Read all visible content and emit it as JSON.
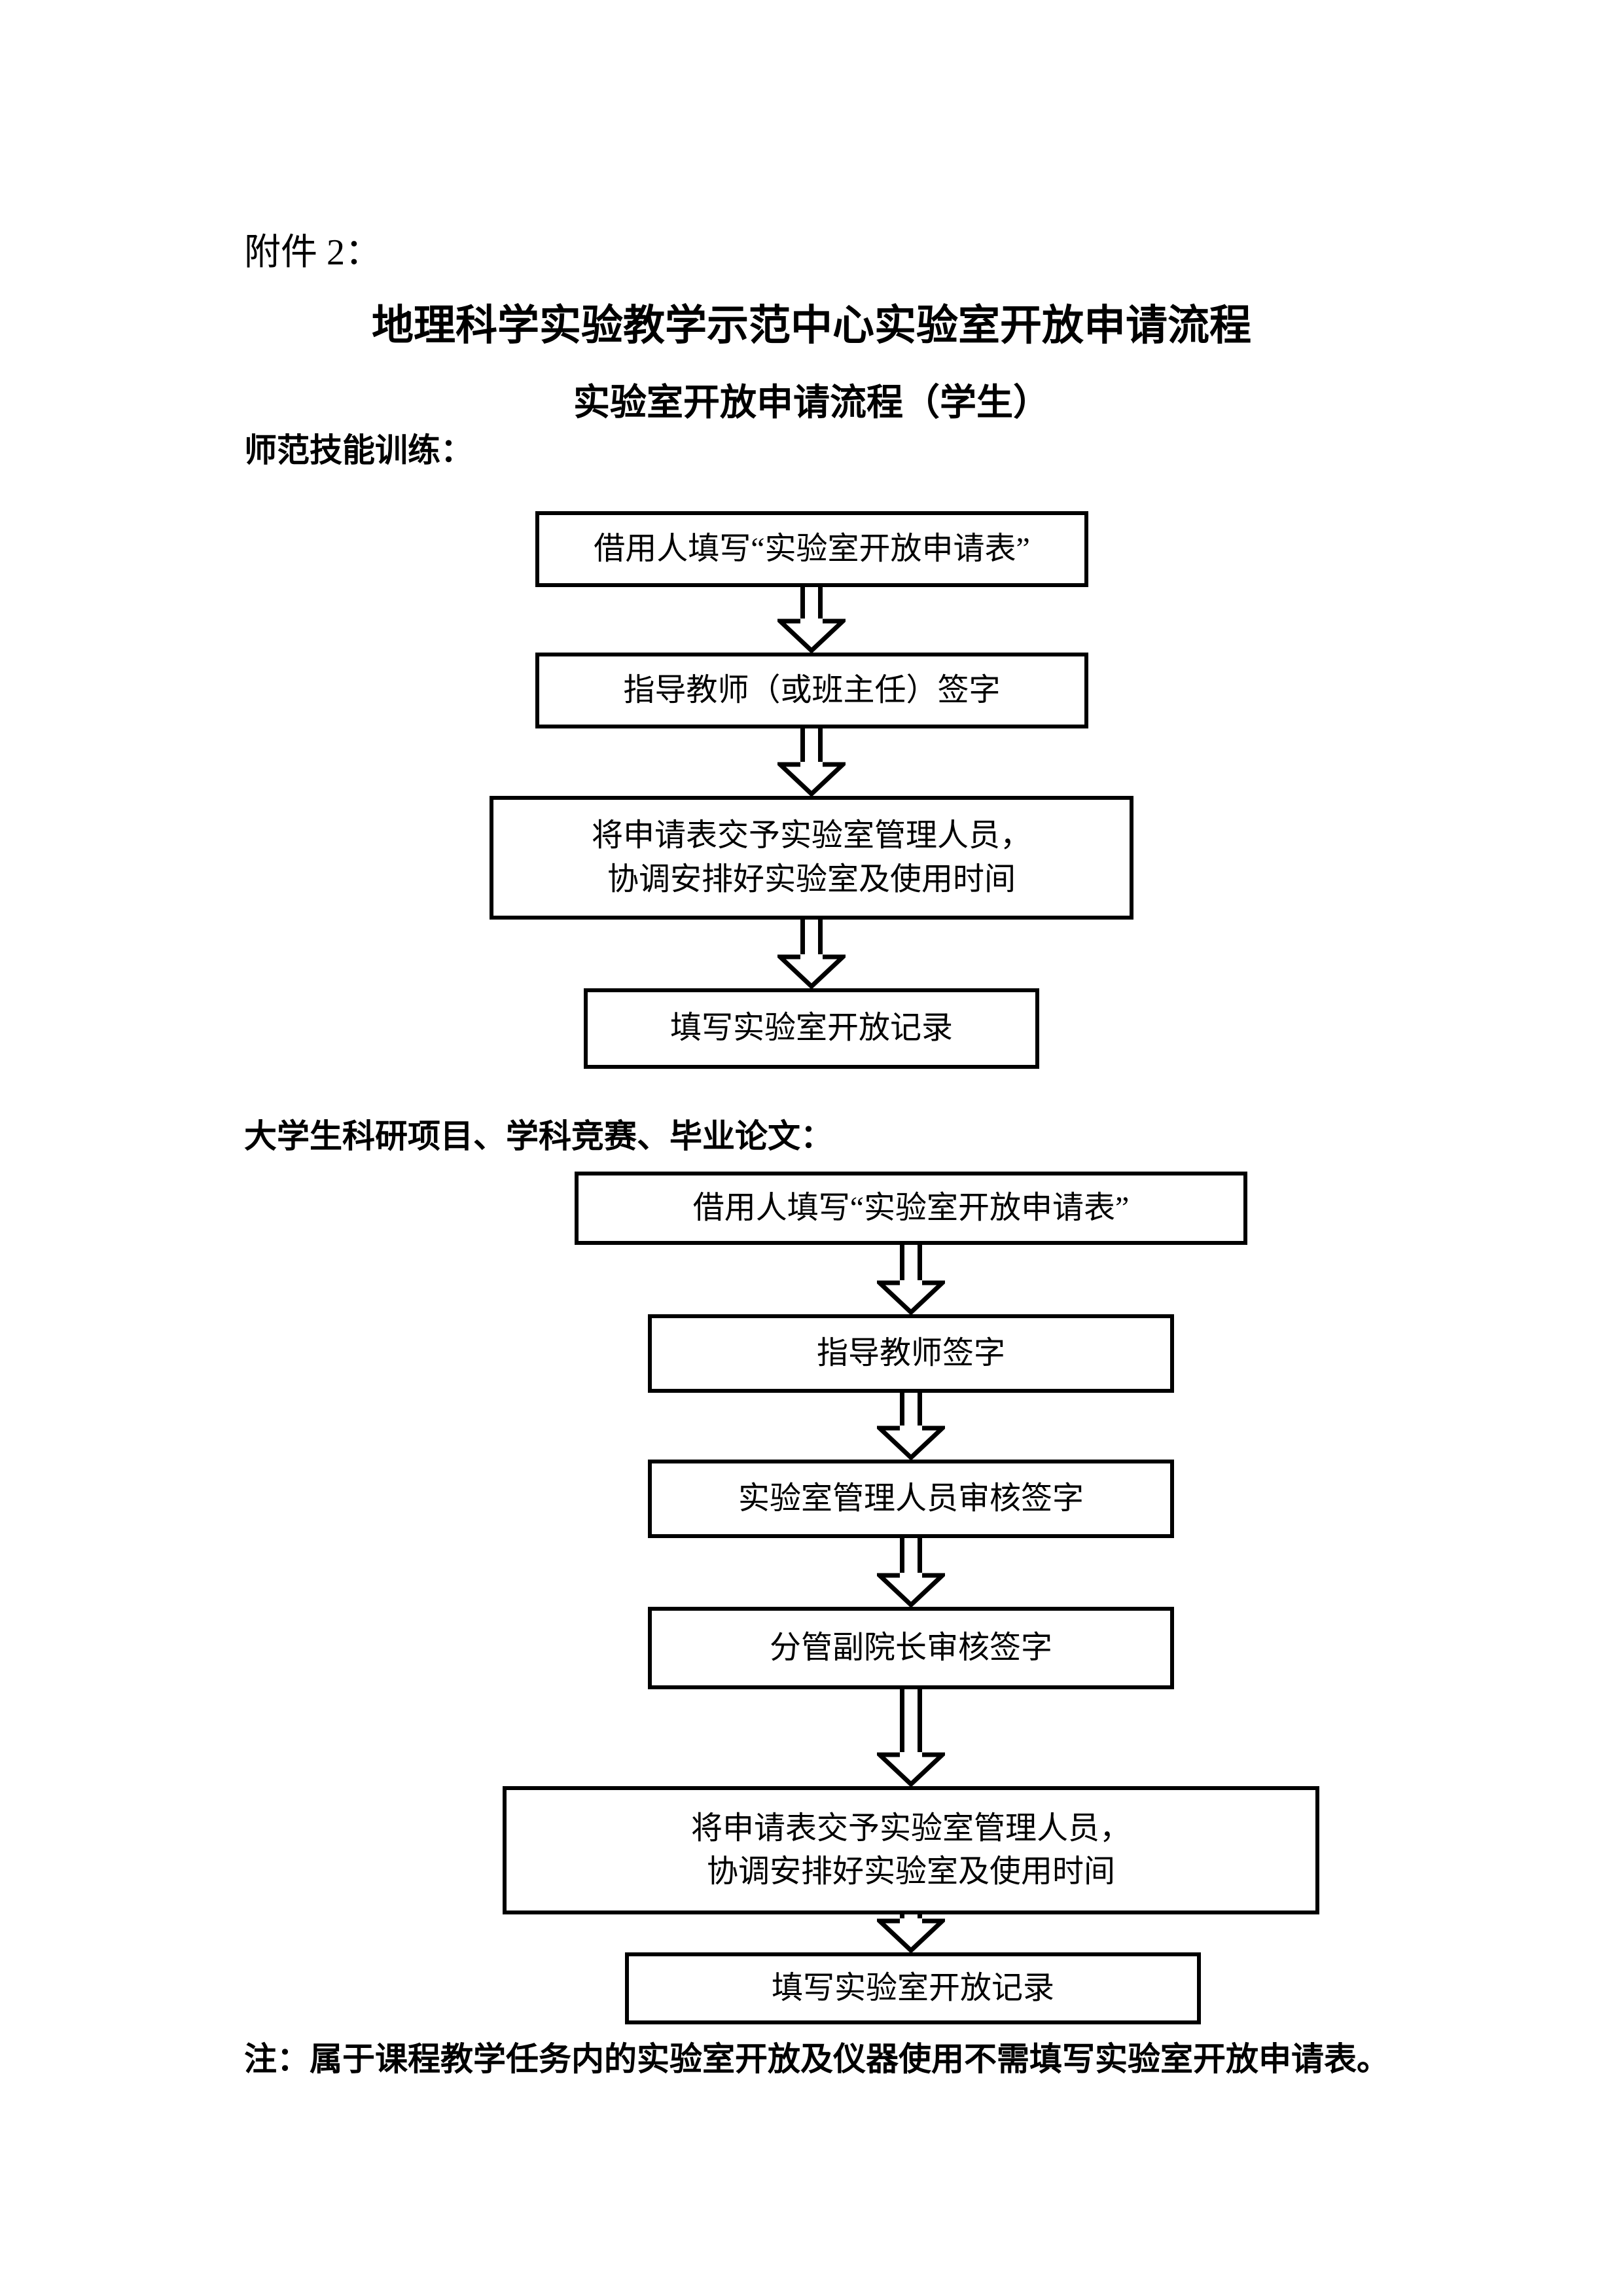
{
  "header": {
    "attachment_label": "附件 2：",
    "title": "地理科学实验教学示范中心实验室开放申请流程",
    "subtitle": "实验室开放申请流程（学生）"
  },
  "flowcharts": [
    {
      "section_label": "师范技能训练：",
      "steps": [
        {
          "lines": [
            "借用人填写“实验室开放申请表”"
          ]
        },
        {
          "lines": [
            "指导教师（或班主任）签字"
          ]
        },
        {
          "lines": [
            "将申请表交予实验室管理人员，",
            "协调安排好实验室及使用时间"
          ]
        },
        {
          "lines": [
            "填写实验室开放记录"
          ]
        }
      ]
    },
    {
      "section_label": "大学生科研项目、学科竞赛、毕业论文：",
      "steps": [
        {
          "lines": [
            "借用人填写“实验室开放申请表”"
          ]
        },
        {
          "lines": [
            "指导教师签字"
          ]
        },
        {
          "lines": [
            "实验室管理人员审核签字"
          ]
        },
        {
          "lines": [
            "分管副院长审核签字"
          ]
        },
        {
          "lines": [
            "将申请表交予实验室管理人员，",
            "协调安排好实验室及使用时间"
          ]
        },
        {
          "lines": [
            "填写实验室开放记录"
          ]
        }
      ]
    }
  ],
  "footer": {
    "note": "注：属于课程教学任务内的实验室开放及仪器使用不需填写实验室开放申请表。"
  },
  "colors": {
    "ink": "#000000",
    "paper": "#ffffff"
  },
  "icons": {
    "flow_arrow": "double-line-down-arrow"
  }
}
